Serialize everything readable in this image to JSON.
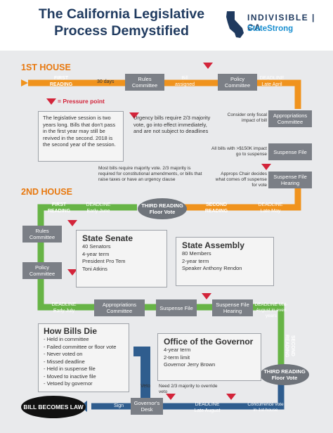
{
  "header": {
    "title_line1": "The California Legislative",
    "title_line2": "Process Demystified",
    "logo_name": "INDIVISIBLE | CA",
    "logo_sub": "StateStrong"
  },
  "first_house": {
    "label": "1ST HOUSE",
    "first_reading": "FIRST READING",
    "days": "30 days",
    "rules_committee": "Rules Committee",
    "bill_assigned": "Bill assigned",
    "policy_committee": "Policy Committee",
    "deadline": "DEADLINE Late April",
    "pressure_point": "= Pressure point",
    "session_note": "The legislative session is two years long. Bills that don't pass in the first year may still be revived in the second. 2018 is the second year of the session.",
    "urgency_note": "Urgency bills require 2/3 majority vote, go into effect immediately, and are not subject to deadlines",
    "fiscal_note": "Consider only fiscal impact of bill",
    "appropriations": "Appropriations Committee",
    "suspense_note": "All bills with >$150K impact go to suspense",
    "suspense_file": "Suspense File",
    "chair_note": "Approps Chair decides what comes off suspense for vote",
    "suspense_hearing": "Suspense File Hearing",
    "majority_note": "Most bills require majority vote. 2/3 majority is required for constitutional amendments, or bills that raise taxes or have an urgency clause"
  },
  "second_house": {
    "label": "2ND HOUSE",
    "first_reading": "FIRST READING",
    "deadline_june": "DEADLINE Early June",
    "third_reading": "THIRD READING Floor Vote",
    "second_reading": "SECOND READING",
    "deadline_may": "DEADLINE Late May",
    "rules_committee": "Rules Committee",
    "policy_committee": "Policy Committee",
    "deadline_july": "DEADLINE Early July",
    "appropriations": "Appropriations Committee",
    "suspense_file": "Suspense File",
    "suspense_hearing": "Suspense File Hearing",
    "deadline_aug": "DEADLINE Mid-August in even years",
    "second_reading_v": "SECOND READING",
    "third_reading_2": "THIRD READING Floor Vote",
    "concurrence": "Concurrence vote in 1st house",
    "deadline_aug_late": "DEADLINE Late August",
    "governors_desk": "Governor's Desk",
    "sign": "Sign",
    "veto": "Veto",
    "override": "Need 2/3 majority to override veto",
    "bill_becomes_law": "BILL BECOMES LAW"
  },
  "senate": {
    "title": "State Senate",
    "lines": [
      "40 Senators",
      "4-year term",
      "President Pro Tem",
      "Toni Atkins"
    ]
  },
  "assembly": {
    "title": "State Assembly",
    "lines": [
      "80 Members",
      "2-year term",
      "Speaker Anthony Rendon"
    ]
  },
  "how_bills_die": {
    "title": "How Bills Die",
    "items": [
      "- Held in committee",
      "- Failed committee or floor vote",
      "- Never voted on",
      "- Missed deadline",
      "- Held in suspense file",
      "- Moved to inactive file",
      "- Vetoed by governor"
    ]
  },
  "governor": {
    "title": "Office of the Governor",
    "lines": [
      "4-year term",
      "2-term limit",
      "Governor Jerry Brown"
    ]
  },
  "colors": {
    "navy": "#1f3a5f",
    "orange": "#f0931d",
    "green": "#67b446",
    "blue": "#2f5d8e",
    "red": "#d3243a",
    "gray": "#7b7f86"
  }
}
